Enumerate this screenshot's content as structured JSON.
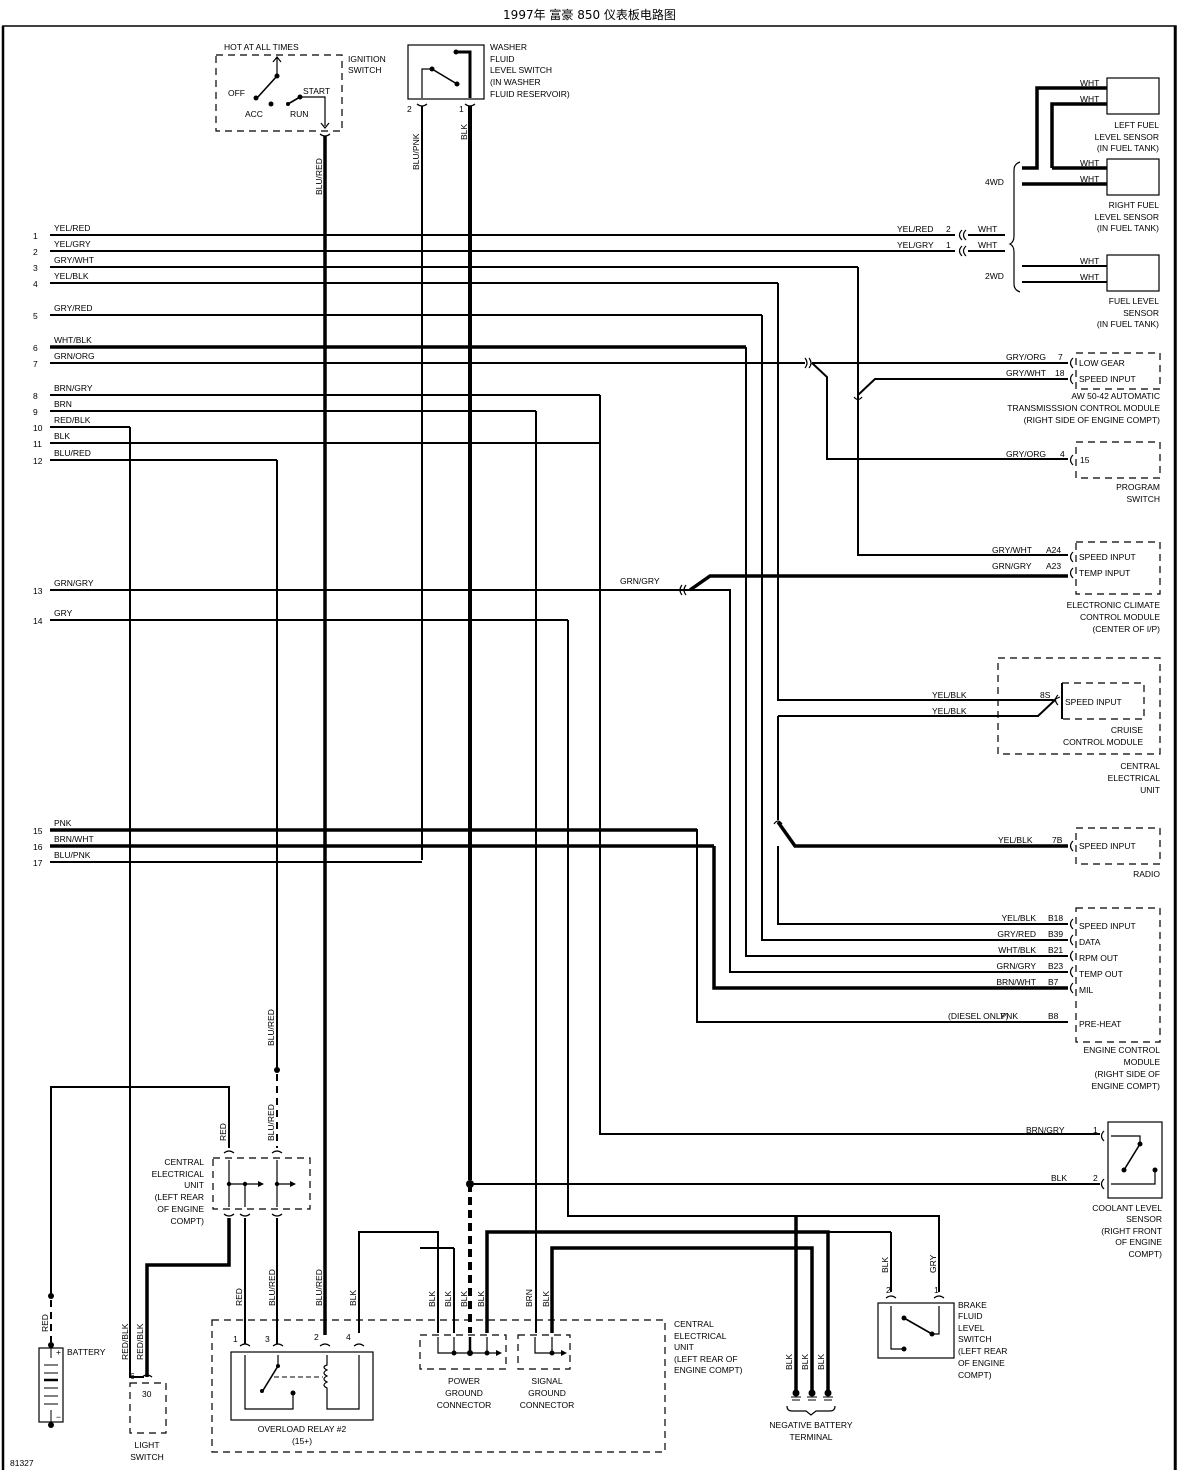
{
  "title": "1997年 富豪 850 仪表板电路图",
  "figure_id": "81327",
  "harness": [
    {
      "pin": "1",
      "color": "YEL/RED"
    },
    {
      "pin": "2",
      "color": "YEL/GRY"
    },
    {
      "pin": "3",
      "color": "GRY/WHT"
    },
    {
      "pin": "4",
      "color": "YEL/BLK"
    },
    {
      "pin": "5",
      "color": "GRY/RED"
    },
    {
      "pin": "6",
      "color": "WHT/BLK"
    },
    {
      "pin": "7",
      "color": "GRN/ORG"
    },
    {
      "pin": "8",
      "color": "BRN/GRY"
    },
    {
      "pin": "9",
      "color": "BRN"
    },
    {
      "pin": "10",
      "color": "RED/BLK"
    },
    {
      "pin": "11",
      "color": "BLK"
    },
    {
      "pin": "12",
      "color": "BLU/RED"
    },
    {
      "pin": "13",
      "color": "GRN/GRY"
    },
    {
      "pin": "14",
      "color": "GRY"
    },
    {
      "pin": "15",
      "color": "PNK"
    },
    {
      "pin": "16",
      "color": "BRN/WHT"
    },
    {
      "pin": "17",
      "color": "BLU/PNK"
    }
  ],
  "ignition_switch": {
    "label": [
      "IGNITION",
      "SWITCH"
    ],
    "hot": "HOT AT ALL TIMES",
    "positions": {
      "off": "OFF",
      "acc": "ACC",
      "run": "RUN",
      "start": "START"
    },
    "wire": "BLU/RED"
  },
  "washer_switch": {
    "label": [
      "WASHER",
      "FLUID",
      "LEVEL SWITCH",
      "(IN WASHER",
      "FLUID RESERVOIR)"
    ],
    "pin2": "2",
    "pin1": "1",
    "wire2": "BLU/PNK",
    "wire1": "BLK"
  },
  "fuel": {
    "left_label": [
      "LEFT FUEL",
      "LEVEL SENSOR",
      "(IN FUEL TANK)"
    ],
    "right_label": [
      "RIGHT FUEL",
      "LEVEL SENSOR",
      "(IN FUEL TANK)"
    ],
    "single_label": [
      "FUEL LEVEL",
      "SENSOR",
      "(IN FUEL TANK)"
    ],
    "wht": "WHT",
    "awd": "4WD",
    "fwd": "2WD",
    "c1_wire": "YEL/RED",
    "c1_pin": "2",
    "c2_wire": "YEL/GRY",
    "c2_pin": "1"
  },
  "tcm": {
    "label": [
      "AW 50-42 AUTOMATIC",
      "TRANSMISSSION CONTROL MODULE",
      "(RIGHT SIDE OF ENGINE COMPT)"
    ],
    "pins": [
      {
        "wire": "GRY/ORG",
        "pin": "7",
        "name": "LOW GEAR"
      },
      {
        "wire": "GRY/WHT",
        "pin": "18",
        "name": "SPEED INPUT"
      }
    ]
  },
  "program_switch": {
    "label": [
      "PROGRAM",
      "SWITCH"
    ],
    "wire": "GRY/ORG",
    "pin": "4",
    "terminal": "15"
  },
  "climate": {
    "label": [
      "ELECTRONIC CLIMATE",
      "CONTROL MODULE",
      "(CENTER OF I/P)"
    ],
    "pins": [
      {
        "wire": "GRY/WHT",
        "pin": "A24",
        "name": "SPEED INPUT"
      },
      {
        "wire": "GRN/GRY",
        "pin": "A23",
        "name": "TEMP INPUT"
      }
    ],
    "splice_wire": "GRN/GRY"
  },
  "cruise": {
    "label": [
      "CRUISE",
      "CONTROL MODULE"
    ],
    "outer_label": [
      "CENTRAL",
      "ELECTRICAL",
      "UNIT"
    ],
    "pin": "8S",
    "name": "SPEED INPUT",
    "wire1": "YEL/BLK",
    "wire2": "YEL/BLK"
  },
  "radio": {
    "label": "RADIO",
    "wire": "YEL/BLK",
    "pin": "7B",
    "name": "SPEED INPUT"
  },
  "ecm": {
    "label": [
      "ENGINE CONTROL",
      "MODULE",
      "(RIGHT SIDE OF",
      "ENGINE COMPT)"
    ],
    "pins": [
      {
        "wire": "YEL/BLK",
        "pin": "B18",
        "name": "SPEED INPUT"
      },
      {
        "wire": "GRY/RED",
        "pin": "B39",
        "name": "DATA"
      },
      {
        "wire": "WHT/BLK",
        "pin": "B21",
        "name": "RPM OUT"
      },
      {
        "wire": "GRN/GRY",
        "pin": "B23",
        "name": "TEMP OUT"
      },
      {
        "wire": "BRN/WHT",
        "pin": "B7",
        "name": "MIL"
      },
      {
        "wire": "PNK",
        "pin": "B8",
        "name": "PRE-HEAT",
        "note": "(DIESEL ONLY)"
      }
    ]
  },
  "coolant": {
    "label": [
      "COOLANT LEVEL",
      "SENSOR",
      "(RIGHT FRONT",
      "OF ENGINE",
      "COMPT)"
    ],
    "pins": [
      {
        "wire": "BRN/GRY",
        "pin": "1"
      },
      {
        "wire": "BLK",
        "pin": "2"
      }
    ]
  },
  "brake": {
    "label": [
      "BRAKE",
      "FLUID",
      "LEVEL",
      "SWITCH",
      "(LEFT REAR",
      "OF ENGINE",
      "COMPT)"
    ],
    "pins": [
      {
        "wire": "BLK",
        "pin": "2"
      },
      {
        "wire": "GRY",
        "pin": "1"
      }
    ]
  },
  "ceu_left": {
    "label": [
      "CENTRAL",
      "ELECTRICAL",
      "UNIT",
      "(LEFT REAR",
      "OF ENGINE",
      "COMPT)"
    ],
    "wire_red": "RED",
    "wire_blured": "BLU/RED"
  },
  "ceu_bottom": {
    "label": [
      "CENTRAL",
      "ELECTRICAL",
      "UNIT",
      "(LEFT REAR OF",
      "ENGINE COMPT)"
    ]
  },
  "relay": {
    "label": "OVERLOAD RELAY #2",
    "sub": "(15+)",
    "pins": [
      {
        "pin": "1",
        "wire": "RED"
      },
      {
        "pin": "3",
        "wire": "BLU/RED"
      },
      {
        "pin": "2",
        "wire": "BLU/RED"
      },
      {
        "pin": "4",
        "wire": "BLK"
      }
    ]
  },
  "power_ground": {
    "label": [
      "POWER",
      "GROUND",
      "CONNECTOR"
    ],
    "wires": [
      "BLK",
      "BLK",
      "BLK",
      "BLK"
    ]
  },
  "signal_ground": {
    "label": [
      "SIGNAL",
      "GROUND",
      "CONNECTOR"
    ],
    "wires": [
      "BRN",
      "BLK"
    ]
  },
  "neg_terminal": {
    "label": [
      "NEGATIVE BATTERY",
      "TERMINAL"
    ],
    "wires": [
      "BLK",
      "BLK",
      "BLK"
    ]
  },
  "battery": {
    "label": "BATTERY",
    "wire": "RED",
    "plus": "+",
    "minus": "−"
  },
  "light_switch": {
    "label": [
      "LIGHT",
      "SWITCH"
    ],
    "pin": "6",
    "terminal": "30",
    "wires": [
      "RED/BLK",
      "RED/BLK"
    ]
  },
  "blured_upper": "BLU/RED"
}
